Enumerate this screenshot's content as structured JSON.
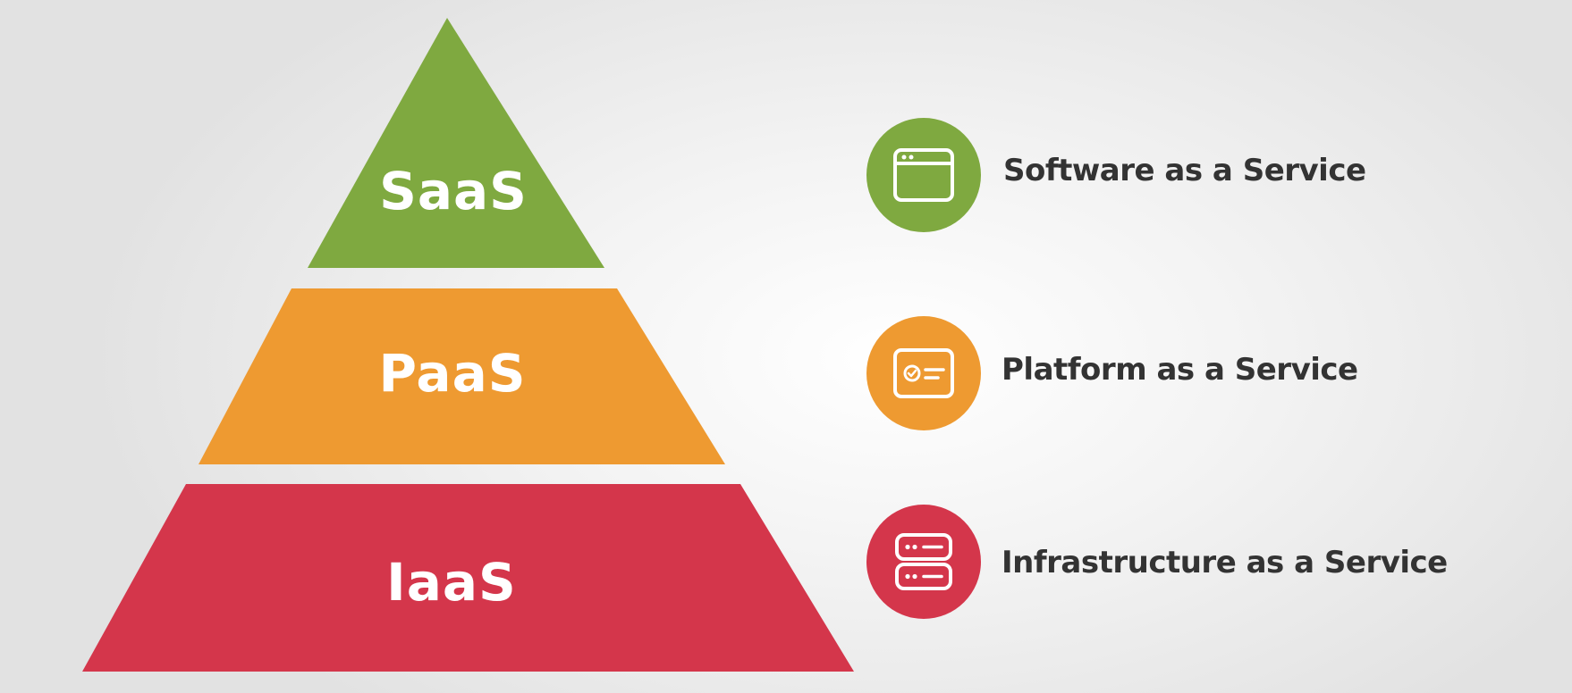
{
  "pyramid": {
    "tiers": [
      {
        "label": "SaaS",
        "color": "#7fa940"
      },
      {
        "label": "PaaS",
        "color": "#ee9a31"
      },
      {
        "label": "IaaS",
        "color": "#d4364b"
      }
    ]
  },
  "legend": {
    "items": [
      {
        "label": "Software as a Service",
        "icon": "browser-window-icon",
        "color": "#7fa940"
      },
      {
        "label": "Platform as a Service",
        "icon": "platform-panel-icon",
        "color": "#ee9a31"
      },
      {
        "label": "Infrastructure as a Service",
        "icon": "server-stack-icon",
        "color": "#d4364b"
      }
    ]
  }
}
